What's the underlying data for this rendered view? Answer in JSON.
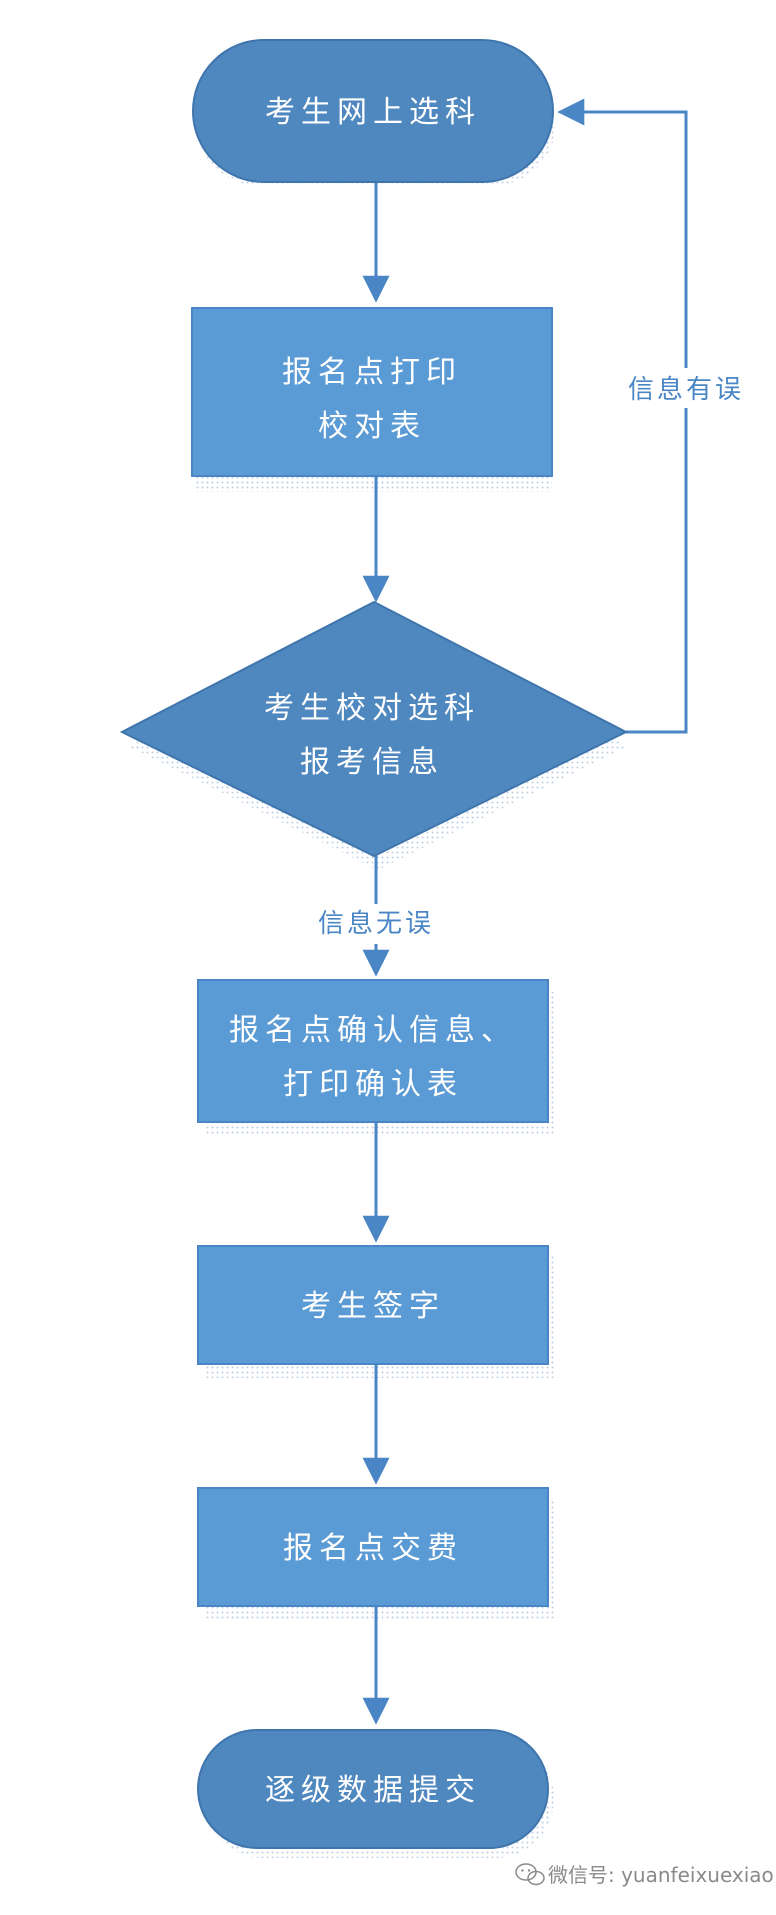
{
  "nodes": {
    "start": {
      "line1": "考生网上选科"
    },
    "print_check": {
      "line1": "报名点打印",
      "line2": "校对表"
    },
    "verify": {
      "line1": "考生校对选科",
      "line2": "报考信息"
    },
    "confirm": {
      "line1": "报名点确认信息、",
      "line2": "打印确认表"
    },
    "sign": {
      "line1": "考生签字"
    },
    "pay": {
      "line1": "报名点交费"
    },
    "submit": {
      "line1": "逐级数据提交"
    }
  },
  "edges": {
    "error_label": "信息有误",
    "ok_label": "信息无误"
  },
  "watermark": {
    "text": "微信号: yuanfeixuexiao"
  },
  "colors": {
    "terminal_fill": "#4f87bf",
    "process_fill": "#5b9bd5",
    "decision_fill": "#4f87bf",
    "connector": "#4a86c5",
    "label_text": "#4a86c5",
    "node_text": "#ffffff"
  }
}
